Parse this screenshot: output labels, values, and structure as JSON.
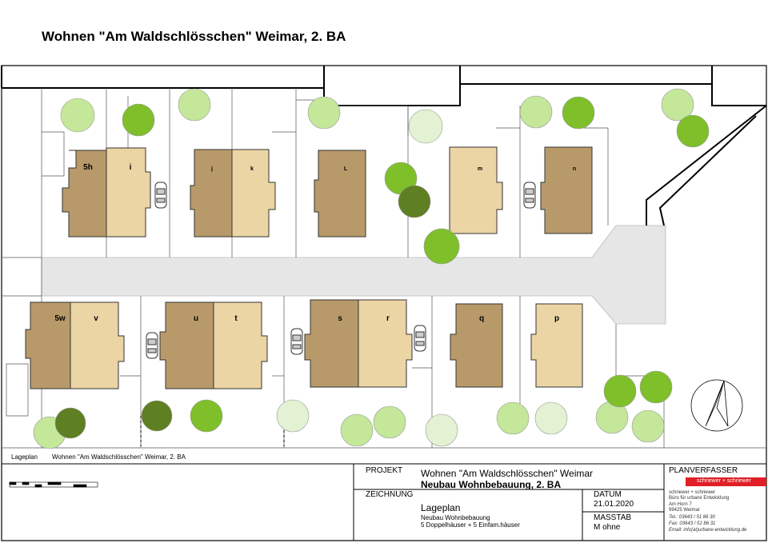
{
  "title": "Wohnen \"Am Waldschlösschen\" Weimar, 2. BA",
  "colors": {
    "house_dark": "#b89a6a",
    "house_light": "#ecd5a5",
    "road": "#e6e6e6",
    "tree_light": "#c4e79a",
    "tree_mid": "#7fbf2a",
    "tree_dark": "#5e7f22",
    "tree_pale": "#e2f2d2",
    "brand_red": "#e01f26"
  },
  "houses_top": [
    "5h",
    "i",
    "j",
    "k",
    "L",
    "m",
    "n"
  ],
  "houses_bottom": [
    "5w",
    "v",
    "u",
    "t",
    "s",
    "r",
    "q",
    "p"
  ],
  "caption": {
    "label": "Lageplan",
    "text": "Wohnen \"Am Waldschlösschen\" Weimar, 2. BA"
  },
  "titleblock": {
    "projekt_label": "PROJEKT",
    "projekt_line1": "Wohnen \"Am Waldschlösschen\" Weimar",
    "projekt_line2": "Neubau Wohnbebauung, 2. BA",
    "zeichnung_label": "ZEICHNUNG",
    "zeichnung_title": "Lageplan",
    "zeichnung_line1": "Neubau Wohnbebauung",
    "zeichnung_line2": "5 Doppelhäuser + 5 Einfam.häuser",
    "datum_label": "DATUM",
    "datum_value": "21.01.2020",
    "masstab_label": "MASSTAB",
    "masstab_value": "M ohne",
    "planverfasser_label": "PLANVERFASSER",
    "brand": "schriewer + schriewer",
    "firm_name": "schriewer + schriewer",
    "firm_desc": "Büro für urbane Entwicklung",
    "address1": "Am Horn 7",
    "address2": "99425 Weimar",
    "tel": "Tel.: 03643 / 51 86 30",
    "fax": "Fax: 03643 / 51 86 31",
    "email": "Email: info(at)urbane-entwicklung.de"
  }
}
